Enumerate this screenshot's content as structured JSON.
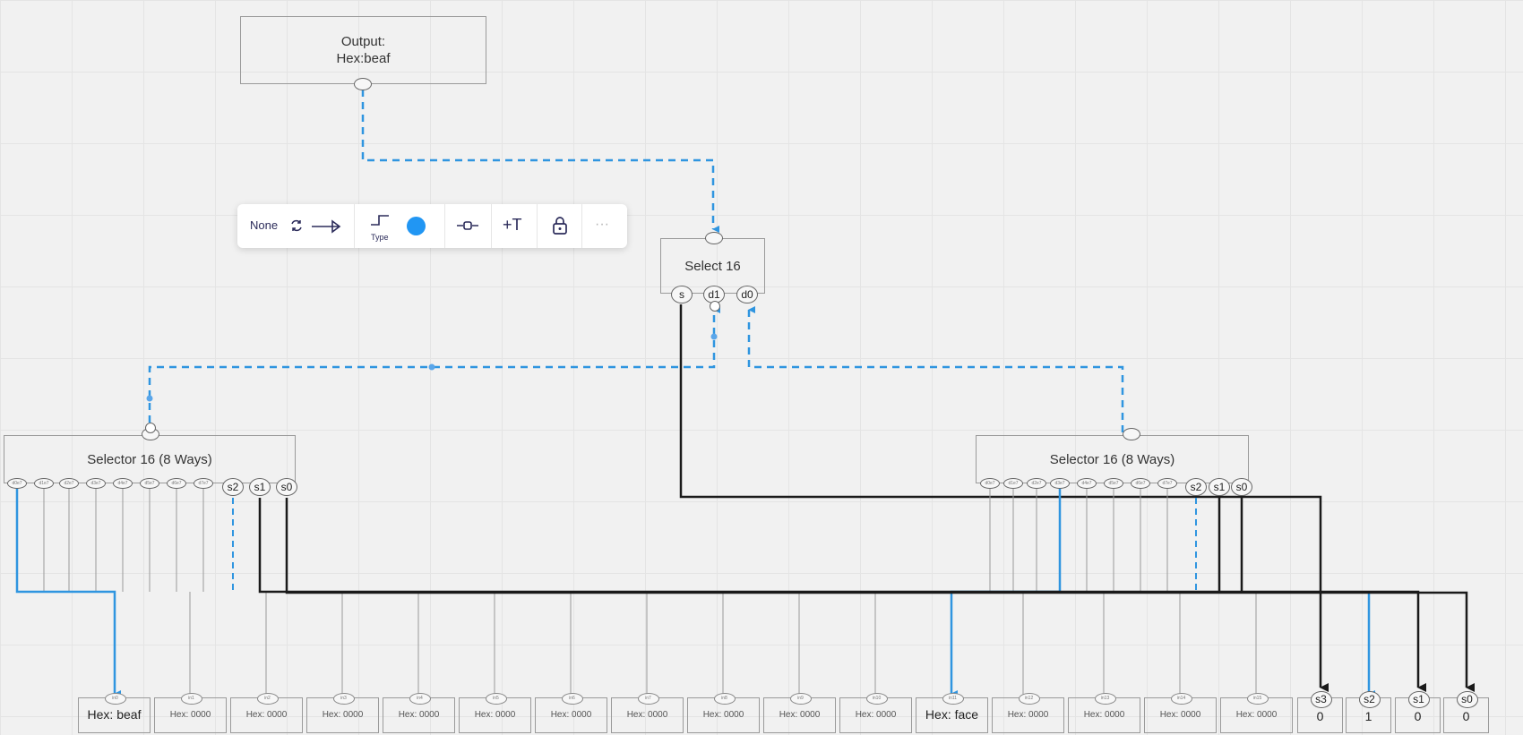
{
  "output": {
    "title": "Output:",
    "value": "Hex:beaf"
  },
  "select16": {
    "title": "Select 16",
    "pins": [
      "s",
      "d1",
      "d0"
    ]
  },
  "selector_left": {
    "title": "Selector 16 (8 Ways)",
    "data_pins": [
      "d0e7",
      "d1e7",
      "d2e7",
      "d3e7",
      "d4e7",
      "d5e7",
      "d6e7",
      "d7e7"
    ],
    "sel_pins": [
      "s2",
      "s1",
      "s0"
    ]
  },
  "selector_right": {
    "title": "Selector 16 (8 Ways)",
    "data_pins": [
      "d0e7",
      "d1e7",
      "d2e7",
      "d3e7",
      "d4e7",
      "d5e7",
      "d6e7",
      "d7e7"
    ],
    "sel_pins": [
      "s2",
      "s1",
      "s0"
    ]
  },
  "toolbar": {
    "none_label": "None",
    "type_label": "Type",
    "text_label": "+T",
    "more_label": "···",
    "color": "#2196f3"
  },
  "inputs": [
    {
      "tag": "in0",
      "value": "Hex: beaf"
    },
    {
      "tag": "in1",
      "value": "Hex: 0000"
    },
    {
      "tag": "in2",
      "value": "Hex: 0000"
    },
    {
      "tag": "in3",
      "value": "Hex: 0000"
    },
    {
      "tag": "in4",
      "value": "Hex: 0000"
    },
    {
      "tag": "in5",
      "value": "Hex: 0000"
    },
    {
      "tag": "in6",
      "value": "Hex: 0000"
    },
    {
      "tag": "in7",
      "value": "Hex: 0000"
    },
    {
      "tag": "in8",
      "value": "Hex: 0000"
    },
    {
      "tag": "in9",
      "value": "Hex: 0000"
    },
    {
      "tag": "in10",
      "value": "Hex: 0000"
    },
    {
      "tag": "in11",
      "value": "Hex: face"
    },
    {
      "tag": "in12",
      "value": "Hex: 0000"
    },
    {
      "tag": "in13",
      "value": "Hex: 0000"
    },
    {
      "tag": "in14",
      "value": "Hex: 0000"
    },
    {
      "tag": "in15",
      "value": "Hex: 0000"
    }
  ],
  "switches": [
    {
      "tag": "s3",
      "value": "0"
    },
    {
      "tag": "s2",
      "value": "1"
    },
    {
      "tag": "s1",
      "value": "0"
    },
    {
      "tag": "s0",
      "value": "0"
    }
  ],
  "colors": {
    "active_wire": "#2f95e0",
    "wire": "#1a1a1a",
    "thin_wire": "#999999"
  }
}
